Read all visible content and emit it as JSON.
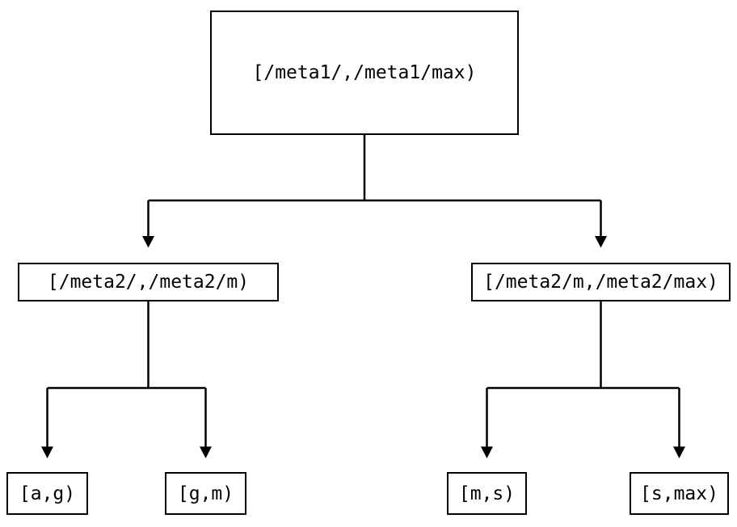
{
  "diagram": {
    "type": "tree",
    "background_color": "#ffffff",
    "line_color": "#000000",
    "text_color": "#000000",
    "nodes": {
      "root": {
        "label": "[/meta1/,/meta1/max)"
      },
      "meta2_left": {
        "label": "[/meta2/,/meta2/m)"
      },
      "meta2_right": {
        "label": "[/meta2/m,/meta2/max)"
      },
      "leaf_ag": {
        "label": "[a,g)"
      },
      "leaf_gm": {
        "label": "[g,m)"
      },
      "leaf_ms": {
        "label": "[m,s)"
      },
      "leaf_smax": {
        "label": "[s,max)"
      }
    },
    "edges": [
      {
        "from": "root",
        "to": "meta2_left"
      },
      {
        "from": "root",
        "to": "meta2_right"
      },
      {
        "from": "meta2_left",
        "to": "leaf_ag"
      },
      {
        "from": "meta2_left",
        "to": "leaf_gm"
      },
      {
        "from": "meta2_right",
        "to": "leaf_ms"
      },
      {
        "from": "meta2_right",
        "to": "leaf_smax"
      }
    ]
  }
}
